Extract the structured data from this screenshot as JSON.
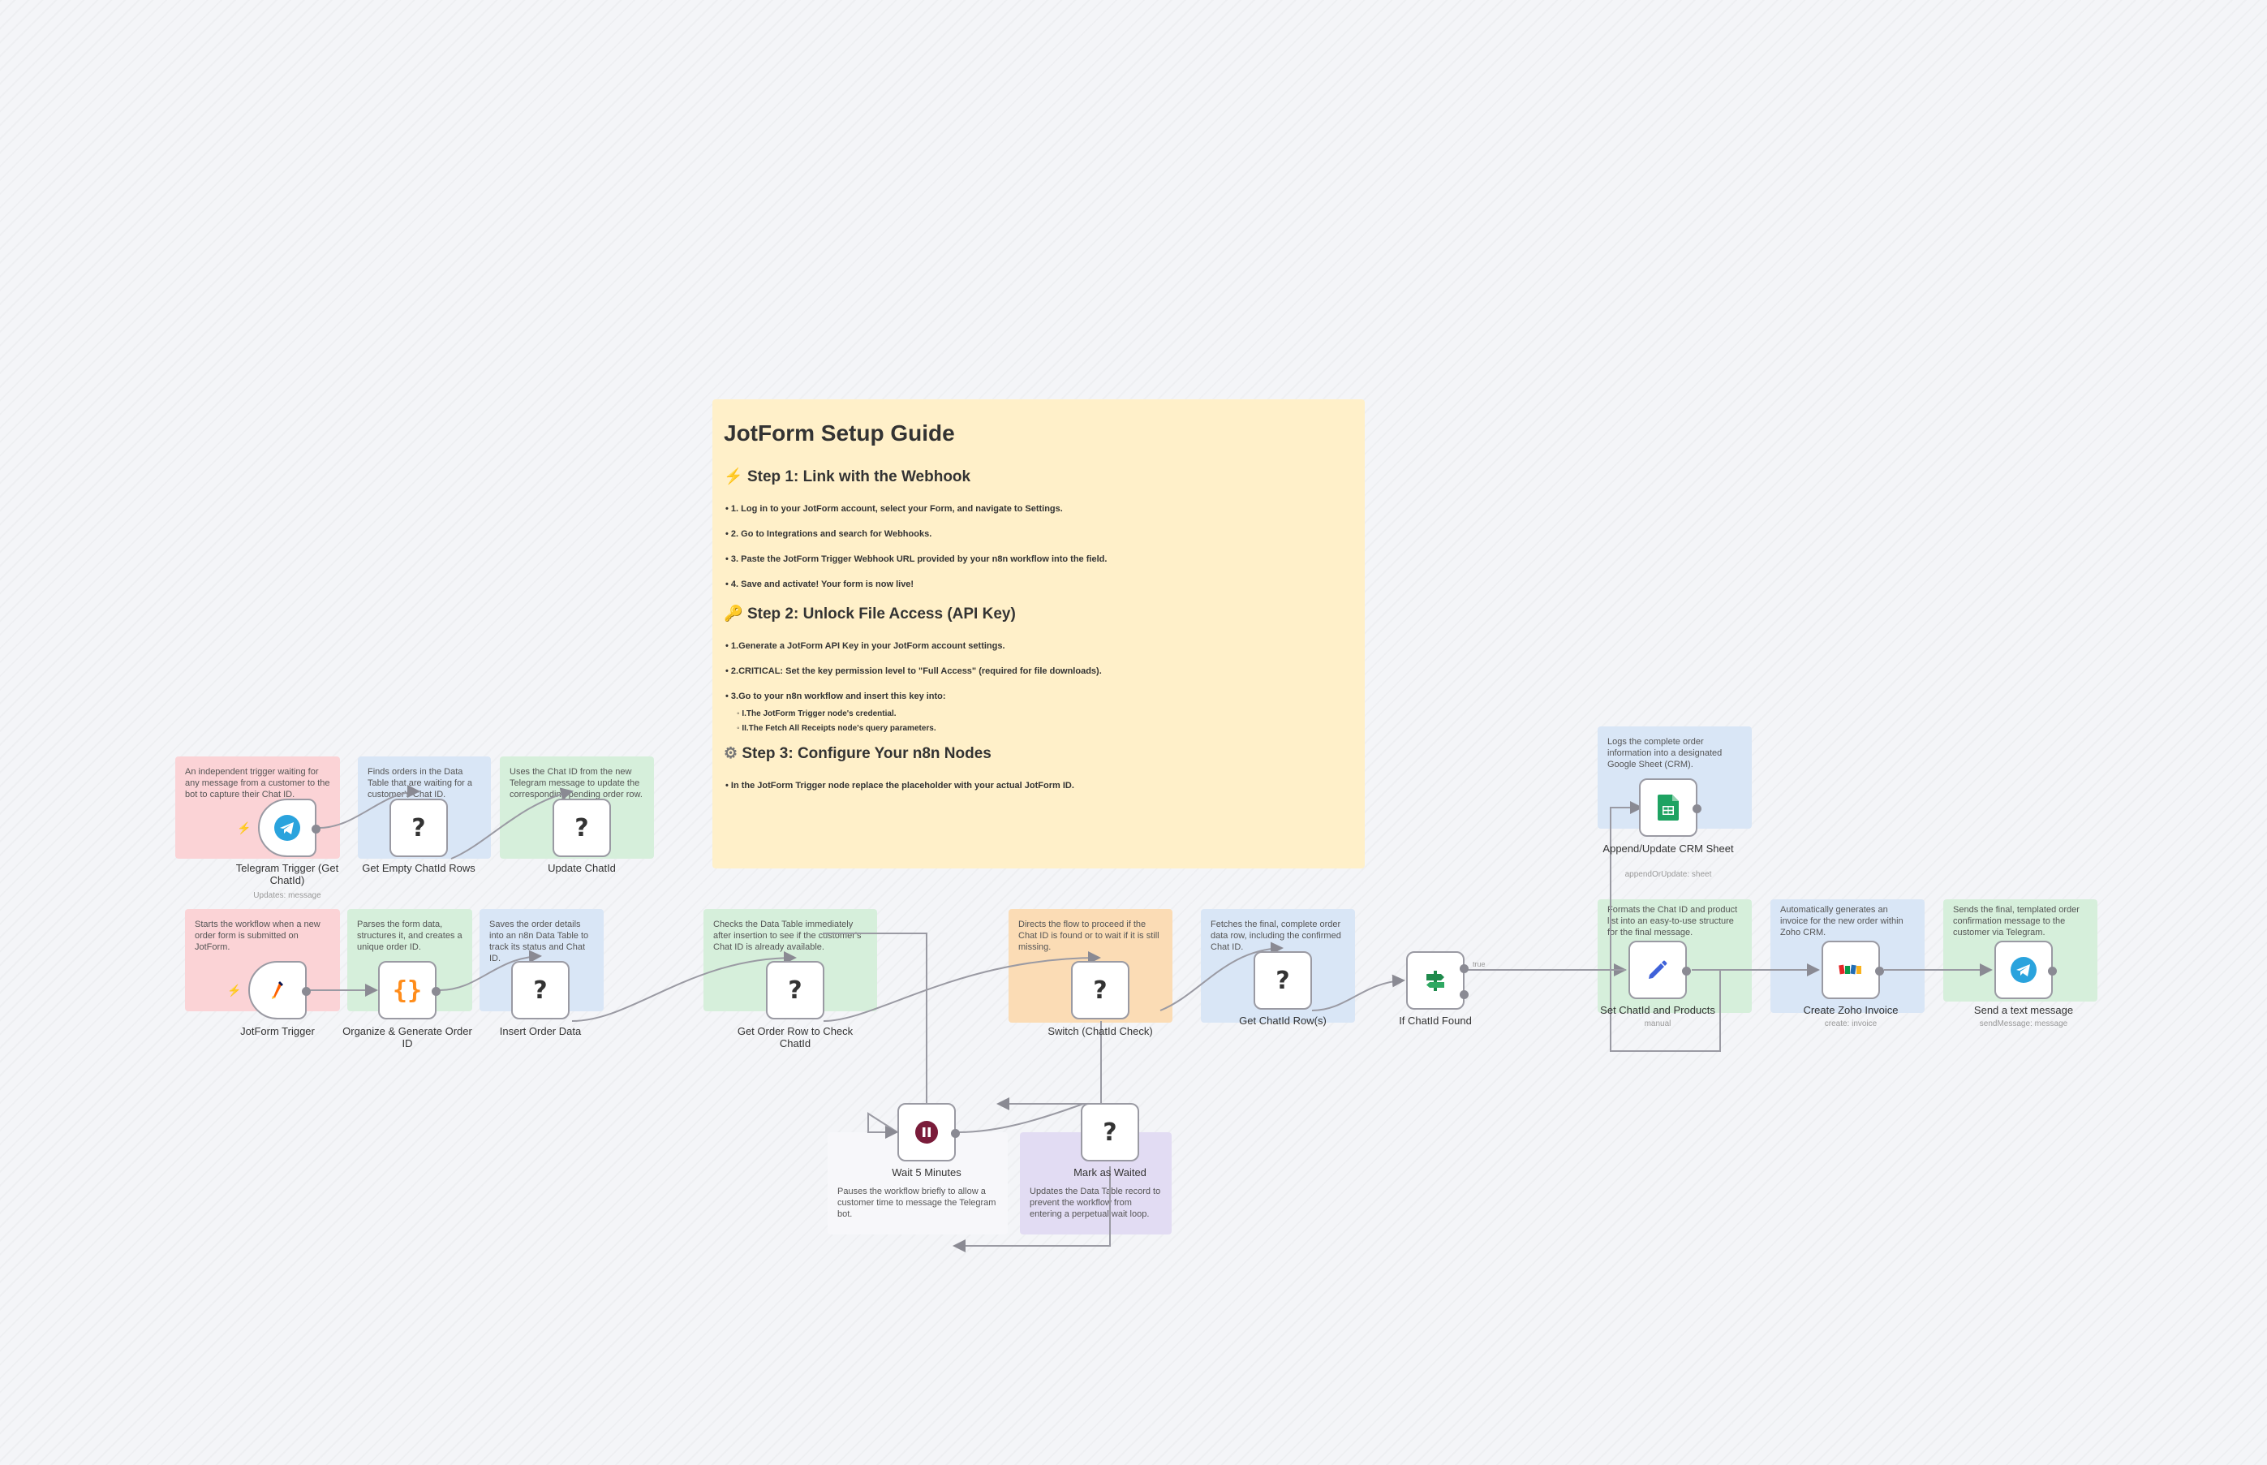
{
  "guide": {
    "title": "JotForm Setup Guide",
    "step1": {
      "heading": "Step 1: Link with the Webhook",
      "items": [
        "1. Log in to your JotForm account, select your Form, and navigate to Settings.",
        "2. Go to Integrations and search for Webhooks.",
        "3. Paste the JotForm Trigger Webhook URL provided by your n8n workflow into the field.",
        "4. Save and activate! Your form is now live!"
      ]
    },
    "step2": {
      "heading": "Step 2: Unlock File Access (API Key)",
      "items": [
        "1.Generate a JotForm API Key in your JotForm account settings.",
        "2.CRITICAL: Set the key permission level to \"Full Access\" (required for file downloads).",
        "3.Go to your n8n workflow and insert this key into:"
      ],
      "subitems": [
        "I.The JotForm Trigger node's credential.",
        "II.The Fetch All Receipts node's query parameters."
      ]
    },
    "step3": {
      "heading": "Step 3: Configure Your n8n Nodes",
      "items": [
        "In the JotForm Trigger node replace the placeholder with your actual JotForm ID."
      ]
    }
  },
  "stickies": {
    "telegram_trigger": "An independent trigger waiting for any message from a customer to the bot to capture their Chat ID.",
    "get_empty": "Finds orders in the Data Table that are waiting for a customer's Chat ID.",
    "update_chatid": "Uses the Chat ID from the new Telegram message to update the corresponding pending order row.",
    "jotform_trigger": "Starts the workflow when a new order form is submitted on JotForm.",
    "organize": "Parses the form data, structures it, and creates a unique order ID.",
    "insert_order": "Saves the order details into an n8n Data Table to track its status and Chat ID.",
    "get_order_row": "Checks the Data Table immediately after insertion to see if the customer's Chat ID is already available.",
    "switch": "Directs the flow to proceed if the Chat ID is found or to wait if it is still missing.",
    "get_chatid_rows": "Fetches the final, complete order data row, including the confirmed Chat ID.",
    "append_crm": "Logs the complete order information into a designated Google Sheet (CRM).",
    "set_chatid": "Formats the Chat ID and product list into an easy-to-use structure for the final message.",
    "zoho": "Automatically generates an invoice for the new order within Zoho CRM.",
    "send_text": "Sends the final, templated order confirmation message to the customer via Telegram.",
    "wait": "Pauses the workflow briefly to allow a customer time to message the Telegram bot.",
    "mark_waited": "Updates the Data Table record to prevent the workflow from entering a perpetual wait loop."
  },
  "nodes": {
    "telegram_trigger": {
      "label": "Telegram Trigger (Get ChatId)",
      "sub": "Updates: message",
      "icon": "telegram-icon"
    },
    "get_empty": {
      "label": "Get Empty ChatId Rows",
      "icon": "question-icon"
    },
    "update_chatid": {
      "label": "Update ChatId",
      "icon": "question-icon"
    },
    "jotform_trigger": {
      "label": "JotForm Trigger",
      "icon": "jotform-icon"
    },
    "organize": {
      "label": "Organize & Generate Order ID",
      "icon": "code-braces-icon"
    },
    "insert_order": {
      "label": "Insert Order Data",
      "icon": "question-icon"
    },
    "get_order_row": {
      "label": "Get Order Row to Check ChatId",
      "icon": "question-icon"
    },
    "switch": {
      "label": "Switch (ChatId Check)",
      "icon": "question-icon"
    },
    "get_chatid_rows": {
      "label": "Get ChatId Row(s)",
      "icon": "question-icon"
    },
    "if_found": {
      "label": "If ChatId Found",
      "icon": "if-signpost-icon"
    },
    "append_crm": {
      "label": "Append/Update CRM Sheet",
      "sub": "appendOrUpdate: sheet",
      "icon": "google-sheets-icon"
    },
    "set_chatid": {
      "label": "Set ChatId and Products",
      "sub": "manual",
      "icon": "pencil-icon"
    },
    "zoho": {
      "label": "Create Zoho Invoice",
      "sub": "create: invoice",
      "icon": "zoho-icon"
    },
    "send_text": {
      "label": "Send a text message",
      "sub": "sendMessage: message",
      "icon": "telegram-icon"
    },
    "wait": {
      "label": "Wait 5 Minutes",
      "icon": "pause-icon"
    },
    "mark_waited": {
      "label": "Mark as Waited",
      "icon": "question-icon"
    }
  },
  "edge_labels": {
    "true": "true"
  },
  "colors": {
    "telegram": "#2aa3dd",
    "jotform": "#ff6100",
    "sheets": "#1ea362",
    "pencil": "#3f62d9",
    "wait": "#7a1c3a",
    "if": "#1f8a4c"
  }
}
